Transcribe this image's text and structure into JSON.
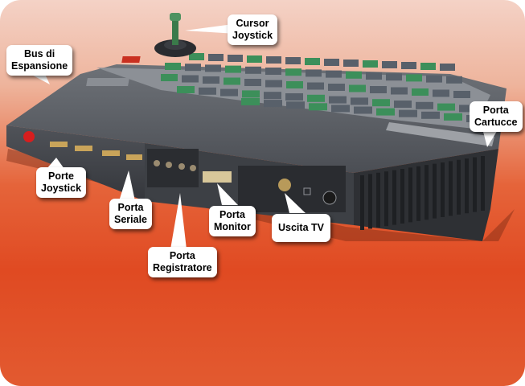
{
  "labels": {
    "cursor_joystick": [
      "Cursor",
      "Joystick"
    ],
    "bus_espansione": [
      "Bus di",
      "Espansione"
    ],
    "porte_joystick": [
      "Porte",
      "Joystick"
    ],
    "porta_seriale": [
      "Porta",
      "Seriale"
    ],
    "porta_registratore": [
      "Porta",
      "Registratore"
    ],
    "porta_monitor": [
      "Porta",
      "Monitor"
    ],
    "uscita_tv": [
      "Uscita TV"
    ],
    "porta_cartucce": [
      "Porta",
      "Cartucce"
    ]
  },
  "colors": {
    "table": "#e04a22",
    "case": "#4d5056",
    "keys": "#3c8f5a",
    "power_led": "#d81e1e"
  }
}
